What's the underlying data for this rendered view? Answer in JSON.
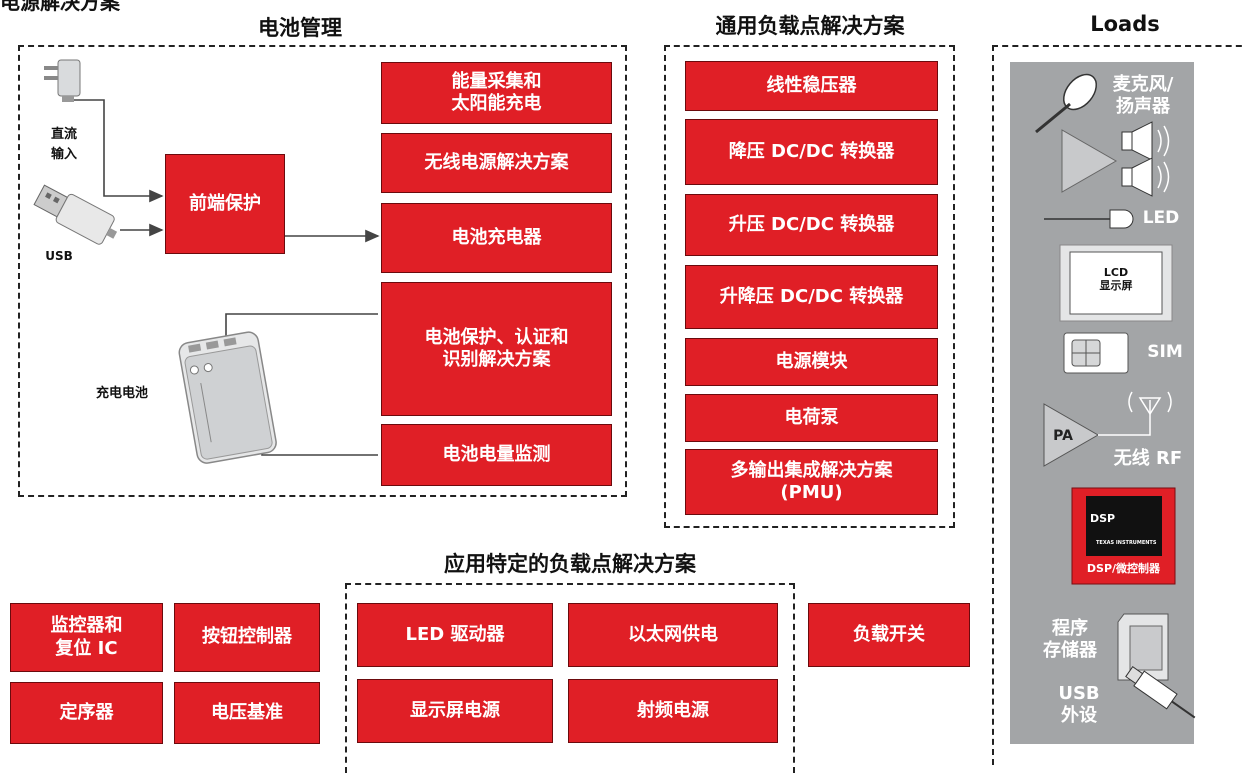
{
  "page_title": "电源解决方案",
  "sections": {
    "battery": "电池管理",
    "pol": "通用负载点解决方案",
    "loads": "Loads",
    "app_pol": "应用特定的负载点解决方案"
  },
  "battery": {
    "dc_input": "直流\n输入",
    "usb": "USB",
    "battery_label": "充电电池",
    "front_end": "前端保护",
    "energy_harvest": "能量采集和\n太阳能充电",
    "wireless_power": "无线电源解决方案",
    "charger": "电池充电器",
    "protection": "电池保护、认证和\n识别解决方案",
    "fuel_gauge": "电池电量监测"
  },
  "pol": [
    "线性稳压器",
    "降压 DC/DC 转换器",
    "升压 DC/DC 转换器",
    "升降压 DC/DC 转换器",
    "电源模块",
    "电荷泵",
    "多输出集成解决方案\n(PMU)"
  ],
  "loads": {
    "mic": "麦克风/\n扬声器",
    "led": "LED",
    "lcd": "LCD\n显示屏",
    "sim": "SIM",
    "pa": "PA",
    "rf": "无线 RF",
    "dsp_chip": "DSP",
    "ti": "TEXAS INSTRUMENTS",
    "dsp": "DSP/微控制器",
    "program_mem": "程序\n存储器",
    "usb_periph": "USB\n外设"
  },
  "bottom_left": [
    "监控器和\n复位 IC",
    "按钮控制器",
    "定序器",
    "电压基准"
  ],
  "app_specific": [
    "LED 驱动器",
    "以太网供电",
    "显示屏电源",
    "射频电源"
  ],
  "load_switch": "负载开关"
}
